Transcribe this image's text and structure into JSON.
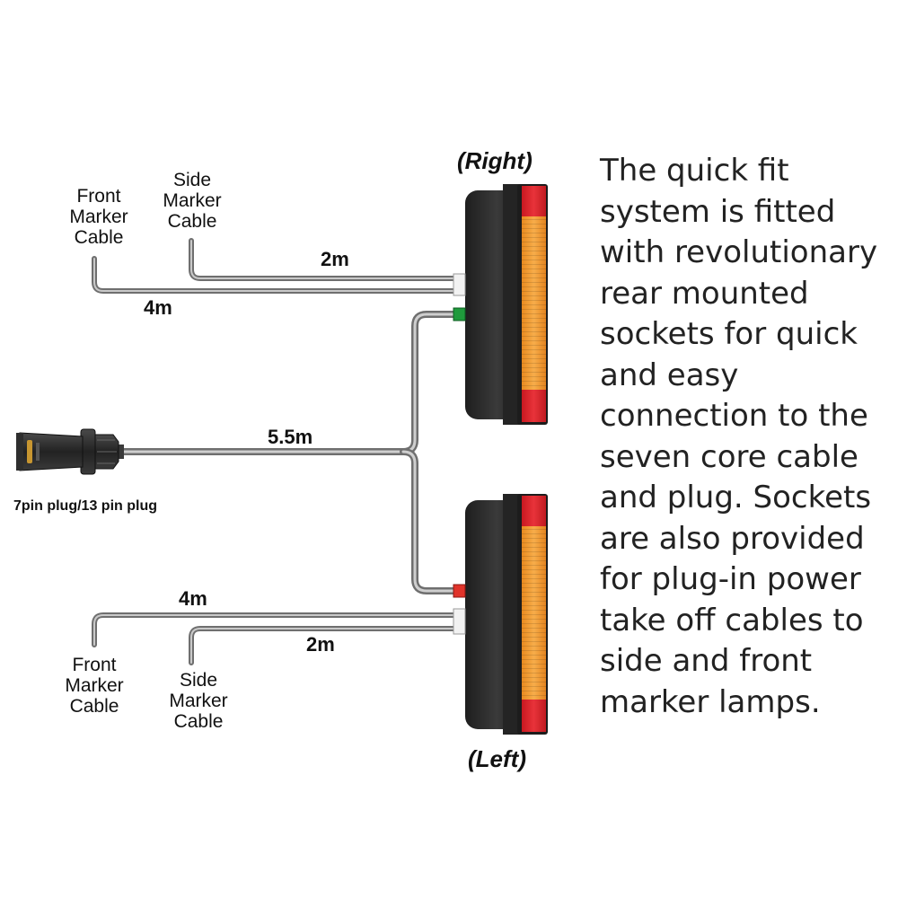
{
  "labels": {
    "right": "(Right)",
    "left": "(Left)",
    "plug": "7pin plug/13 pin plug"
  },
  "top_cables": {
    "front": [
      "Front",
      "Marker",
      "Cable"
    ],
    "side": [
      "Side",
      "Marker",
      "Cable"
    ],
    "side_length": "2m",
    "front_length": "4m"
  },
  "main_cable": {
    "length": "5.5m"
  },
  "bottom_cables": {
    "front": [
      "Front",
      "Marker",
      "Cable"
    ],
    "side": [
      "Side",
      "Marker",
      "Cable"
    ],
    "front_length": "4m",
    "side_length": "2m"
  },
  "description": [
    "The quick fit",
    "system is fitted",
    "with revolutionary",
    "rear mounted",
    "sockets for quick",
    "and easy",
    "connection to the",
    "seven core cable",
    "and plug. Sockets",
    "are also provided",
    "for plug-in power",
    "take off cables to",
    "side and front",
    "marker lamps."
  ],
  "colors": {
    "cable": "#8f8f8f",
    "lamp_body": "#2a2a2a",
    "lamp_red": "#d41f26",
    "lamp_amber": "#f39a2b",
    "socket_green": "#1f9a3c",
    "socket_red": "#e0332a"
  }
}
